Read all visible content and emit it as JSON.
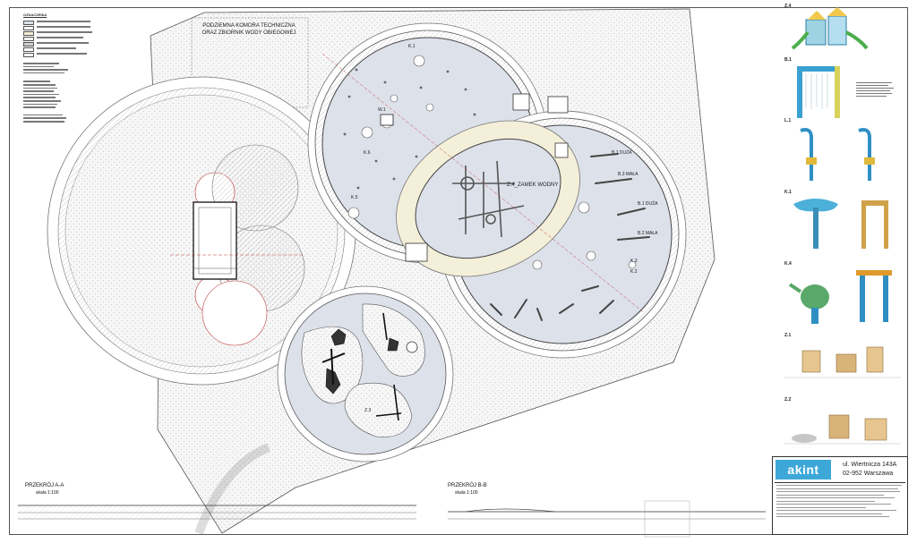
{
  "legend": {
    "title": "OZNACZENIA"
  },
  "plan": {
    "technical_room_line1": "PODZIEMNA KOMORA TECHNICZNA",
    "technical_room_line2": "ORAZ ZBIORNIK WODY OBIEGOWEJ",
    "castle_label": "Z.4_ZAMEK WODNY",
    "label_b1_duza_a": "B.1 DUŻA",
    "label_b3_mala": "B.3 MAŁA",
    "label_b1_duza_b": "B.1 DUŻA",
    "label_b2_mala": "B.2 MAŁA",
    "label_k1": "K.1",
    "label_k2": "K.2",
    "label_k3": "K.3",
    "label_k5": "K.5",
    "label_k6": "K.6",
    "label_w1": "W.1",
    "label_z3": "Z.3"
  },
  "sections": {
    "a_title": "PRZEKRÓJ A-A",
    "a_scale": "skala 1:100",
    "b_title": "PRZEKRÓJ B-B",
    "b_scale": "skala 1:100"
  },
  "equipment": {
    "z4": "Z.4",
    "b1": "B.1",
    "l1": "L.1",
    "k1": "K.1",
    "k4": "K.4",
    "z1": "Z.1",
    "z2": "Z.2"
  },
  "titleblock": {
    "logo": "akint",
    "address_line1": "ul. Wiertnicza 143A",
    "address_line2": "02-952 Warszawa"
  },
  "colors": {
    "pool_fill": "#dde1ea",
    "beige_fill": "#f4efd8",
    "logo_blue": "#3da8d8",
    "line": "#444444",
    "accent_red": "#c04040"
  }
}
